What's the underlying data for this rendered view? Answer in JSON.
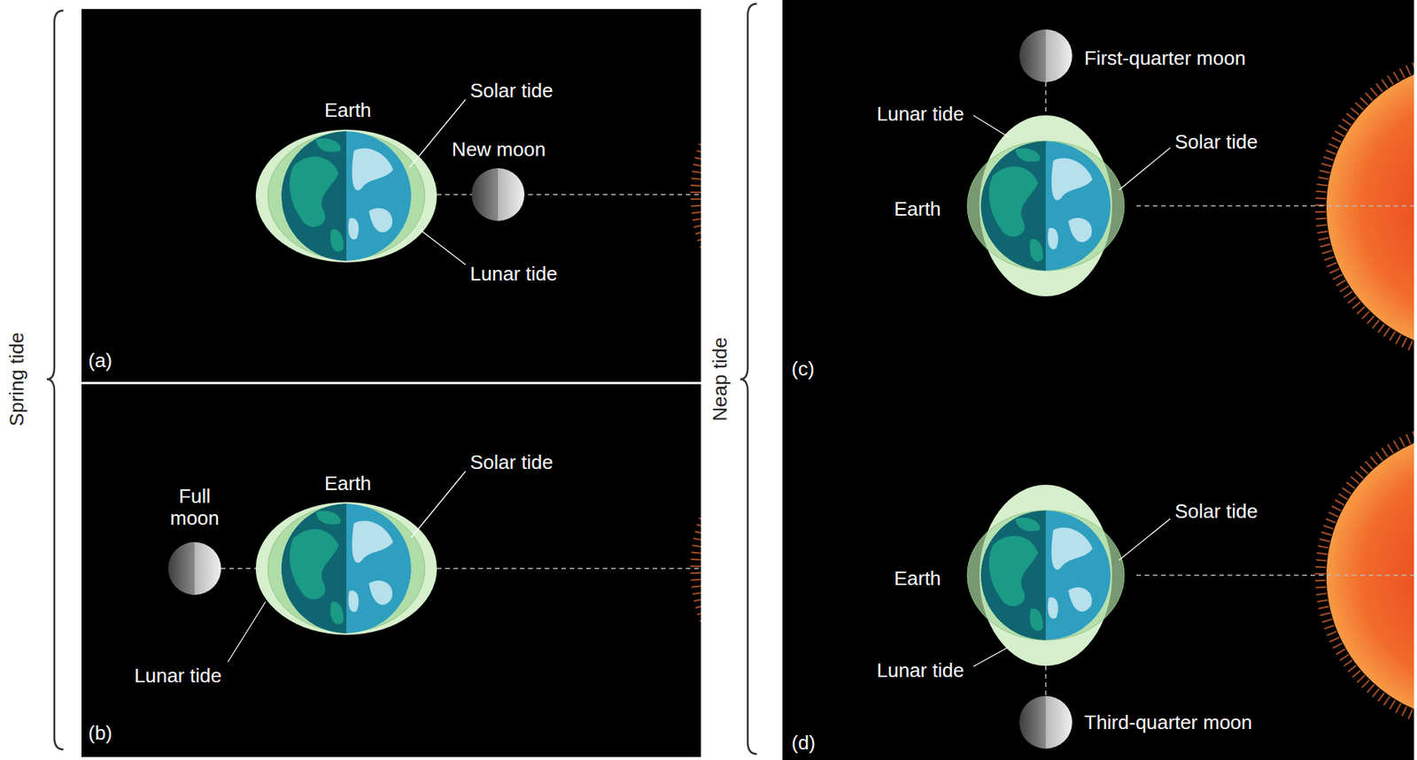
{
  "diagram": {
    "nodes": [
      {
        "text": [
          "(a)"
        ]
      },
      {
        "text": [
          "(b)"
        ]
      },
      {
        "text": [
          "(c)"
        ]
      },
      {
        "text": [
          "(d)"
        ]
      }
    ],
    "labels": [
      "Spring tide",
      "Earth",
      "Solar tide",
      "New moon",
      "Lunar tide",
      "Full moon",
      "Earth",
      "Solar tide",
      "Lunar tide",
      "Neap tide",
      "First-quarter moon",
      "Lunar tide",
      "Solar tide",
      "Earth",
      "Solar tide",
      "Earth",
      "Lunar tide",
      "Third-quarter moon"
    ]
  }
}
